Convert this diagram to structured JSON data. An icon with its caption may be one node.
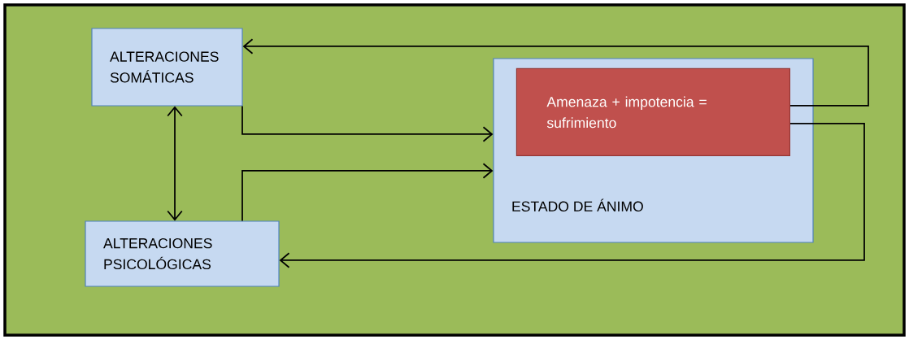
{
  "diagram": {
    "nodes": [
      {
        "text": [
          "ALTERACIONES SOMÁTICAS"
        ]
      },
      {
        "text": [
          "ESTADO DE ÁNIMO"
        ]
      },
      {
        "text": [
          "Amenaza + impotencia = sufrimiento"
        ],
        "in": 1
      },
      {
        "text": [
          "ALTERACIONES PSICOLÓGICAS"
        ]
      }
    ],
    "edges": [
      {
        "from": 2,
        "to": 0,
        "arrow": "to"
      },
      {
        "from": 2,
        "to": 3,
        "arrow": "to"
      },
      {
        "from": 0,
        "to": 1,
        "arrow": "to"
      },
      {
        "from": 3,
        "to": 1,
        "arrow": "to"
      },
      {
        "from": 0,
        "to": 3,
        "arrow": "both"
      }
    ]
  }
}
